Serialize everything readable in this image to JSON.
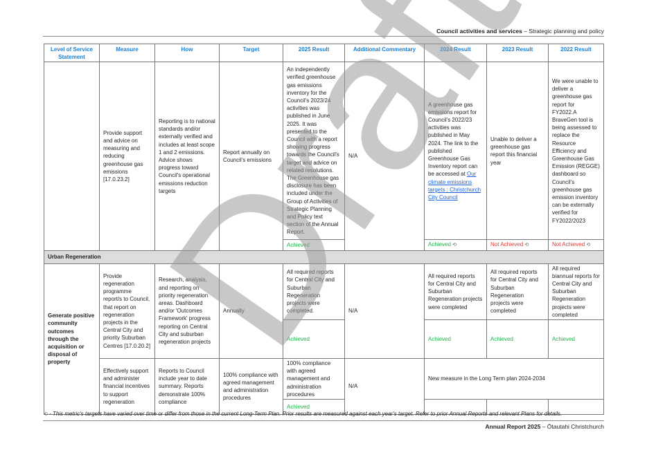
{
  "header": {
    "section": "Council activities and services",
    "subsection": "Strategic planning and policy"
  },
  "columns": [
    "Level of Service Statement",
    "Measure",
    "How",
    "Target",
    "2025 Result",
    "Additional Commentary",
    "2024 Result",
    "2023 Result",
    "2022 Result"
  ],
  "row1": {
    "measure": "Provide support and advice on measuring and reducing greenhouse gas emissions [17.0.23.2]",
    "how": "Reporting is to national standards and/or externally verified and includes at least scope 1 and 2 emissions. Advice shows progress toward Council's operational emissions reduction targets",
    "target": "Report annually on Council's emissions",
    "r2025": "An independently verified greenhouse gas emissions inventory for the Council's 2023/24 activities was published in June 2025. It was presented to the Council with a report showing progress towards the Council's target and advice on related resolutions. The Greenhouse gas disclosure has been included under the Group of Activities of Strategic Planning and Policy text section of the Annual Report.",
    "r2025_status": "Achieved",
    "commentary": "N/A",
    "r2024": "A greenhouse gas emissions report for Council's 2022/23 activities was published in May 2024. The link to the published Greenhouse Gas Inventory report can be accessed at ",
    "r2024_link": "Our climate emissions targets : Christchurch City Council",
    "r2024_status": "Achieved",
    "r2023": "Unable to deliver a greenhouse gas report this financial year",
    "r2023_status": "Not Achieved",
    "r2022": "We were unable to deliver a greenhouse gas report for FY2022.A BraveGen tool is being assessed to replace the Resource Efficiency and Greenhouse Gas Emission (REGGE) dashboard so Council's greenhouse gas emission inventory can be externally verified for FY2022/2023",
    "r2022_status": "Not Achieved"
  },
  "section_title": "Urban Regeneration",
  "row2": {
    "statement": "Generate positive community outcomes through the acquisition or disposal of property",
    "measure": "Provide regeneration programme report/s to Council, that report on regeneration projects in the Central City and priority Suburban Centres [17.0.20.2]",
    "how": "Research, analysis, and reporting on priority regeneration areas. Dashboard and/or 'Outcomes Framework' progress reporting on Central City and suburban regeneration projects",
    "target": "Annually",
    "r2025": "All required reports for Central City and Suburban Regeneration projects were completed.",
    "r2025_status": "Achieved",
    "commentary": "N/A",
    "r2024": "All required reports for Central City and Suburban Regeneration projects were completed",
    "r2024_status": "Achieved",
    "r2023": "All required reports for Central City and Suburban Regeneration projects were completed",
    "r2023_status": "Achieved",
    "r2022": "All required biannual reports for Central City and Suburban Regeneration projects were completed",
    "r2022_status": "Achieved"
  },
  "row3": {
    "measure": "Effectively support and administer financial incentives to support regeneration",
    "how": "Reports to Council include year to date summary. Reports demonstrate 100% compliance",
    "target": "100% compliance with agreed management and administration procedures",
    "r2025": "100% compliance with agreed management and administration procedures",
    "r2025_status": "Achieved",
    "commentary": "N/A",
    "prior": "New measure in the Long Term plan 2024-2034"
  },
  "footnote": " - This metric's targets have varied over time or differ from those in the current Long-Term Plan. Prior results are measured against each year's target. Refer to prior Annual Reports and relevant Plans for details.",
  "footer": {
    "title": "Annual Report 2025",
    "place": "Ōtautahi Christchurch"
  },
  "watermark": "Draft",
  "colors": {
    "heading": "#1a7fd4",
    "achieved": "#22b04a",
    "not_achieved": "#e53935"
  }
}
